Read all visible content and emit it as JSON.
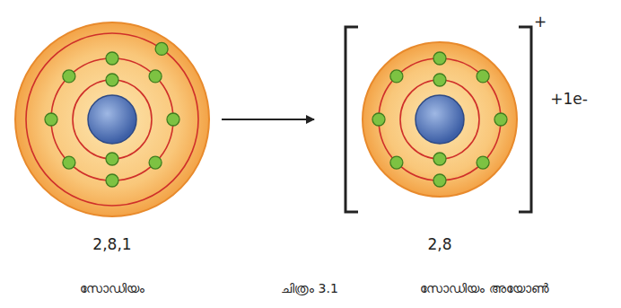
{
  "diagram": {
    "caption": "ചിത്രം 3.1",
    "nodes": [
      {
        "text": [
          "2,8,1",
          "സോഡിയം"
        ]
      },
      {
        "text": [
          "2,8",
          "സോഡിയം അയോൺ"
        ]
      }
    ],
    "edges": [
      {
        "from": 0,
        "to": 1,
        "arrow": "to"
      }
    ],
    "labels": [
      "+",
      "+1e-"
    ]
  }
}
